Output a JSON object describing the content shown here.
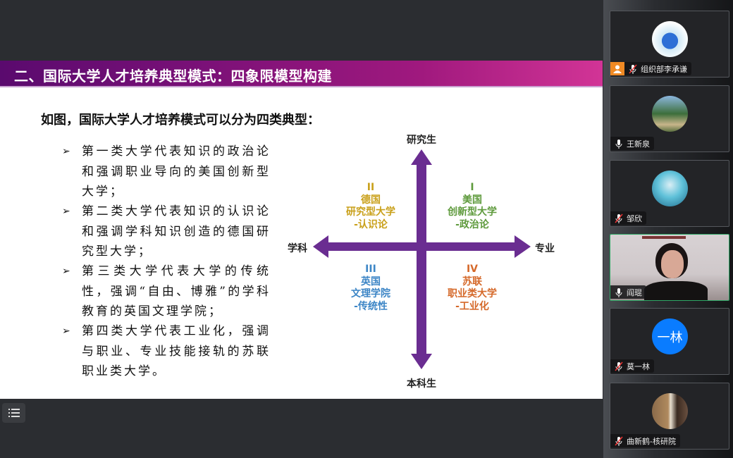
{
  "slide": {
    "title": "二、国际大学人才培养典型模式：四象限模型构建",
    "intro": "如图，国际大学人才培养模式可以分为四类典型：",
    "bullet_marker": "➢",
    "bullets": [
      "第一类大学代表知识的政治论和强调职业导向的美国创新型大学；",
      "第二类大学代表知识的认识论和强调学科知识创造的德国研究型大学；",
      "第三类大学代表大学的传统性，强调“自由、博雅”的学科教育的英国文理学院；",
      "第四类大学代表工业化，强调与职业、专业技能接轨的苏联职业类大学。"
    ],
    "diagram": {
      "axis_top": "研究生",
      "axis_bottom": "本科生",
      "axis_left": "学科",
      "axis_right": "专业",
      "arrow_color": "#6a2d91",
      "quadrants": [
        {
          "numeral": "I",
          "country": "美国",
          "type": "创新型大学",
          "theme": "-政治论",
          "color": "#5e9a3c"
        },
        {
          "numeral": "II",
          "country": "德国",
          "type": "研究型大学",
          "theme": "-认识论",
          "color": "#c9a01a"
        },
        {
          "numeral": "III",
          "country": "英国",
          "type": "文理学院",
          "theme": "-传统性",
          "color": "#3d86c6"
        },
        {
          "numeral": "IV",
          "country": "苏联",
          "type": "职业类大学",
          "theme": "-工业化",
          "color": "#d5692a"
        }
      ]
    }
  },
  "participants": [
    {
      "name": "组织部李承谦",
      "muted": true,
      "host": true,
      "avatar": "cartoon-avatar"
    },
    {
      "name": "王新泉",
      "muted": false,
      "avatar": "palm-trees-avatar"
    },
    {
      "name": "邹欣",
      "muted": true,
      "avatar": "flowers-avatar"
    },
    {
      "name": "阎琨",
      "muted": false,
      "video": true
    },
    {
      "name": "莫一林",
      "muted": true,
      "avatar_text": "一林",
      "avatar_color": "#0a7cff"
    },
    {
      "name": "曲新鹤-核研院",
      "muted": true,
      "avatar": "photo-avatar"
    }
  ]
}
